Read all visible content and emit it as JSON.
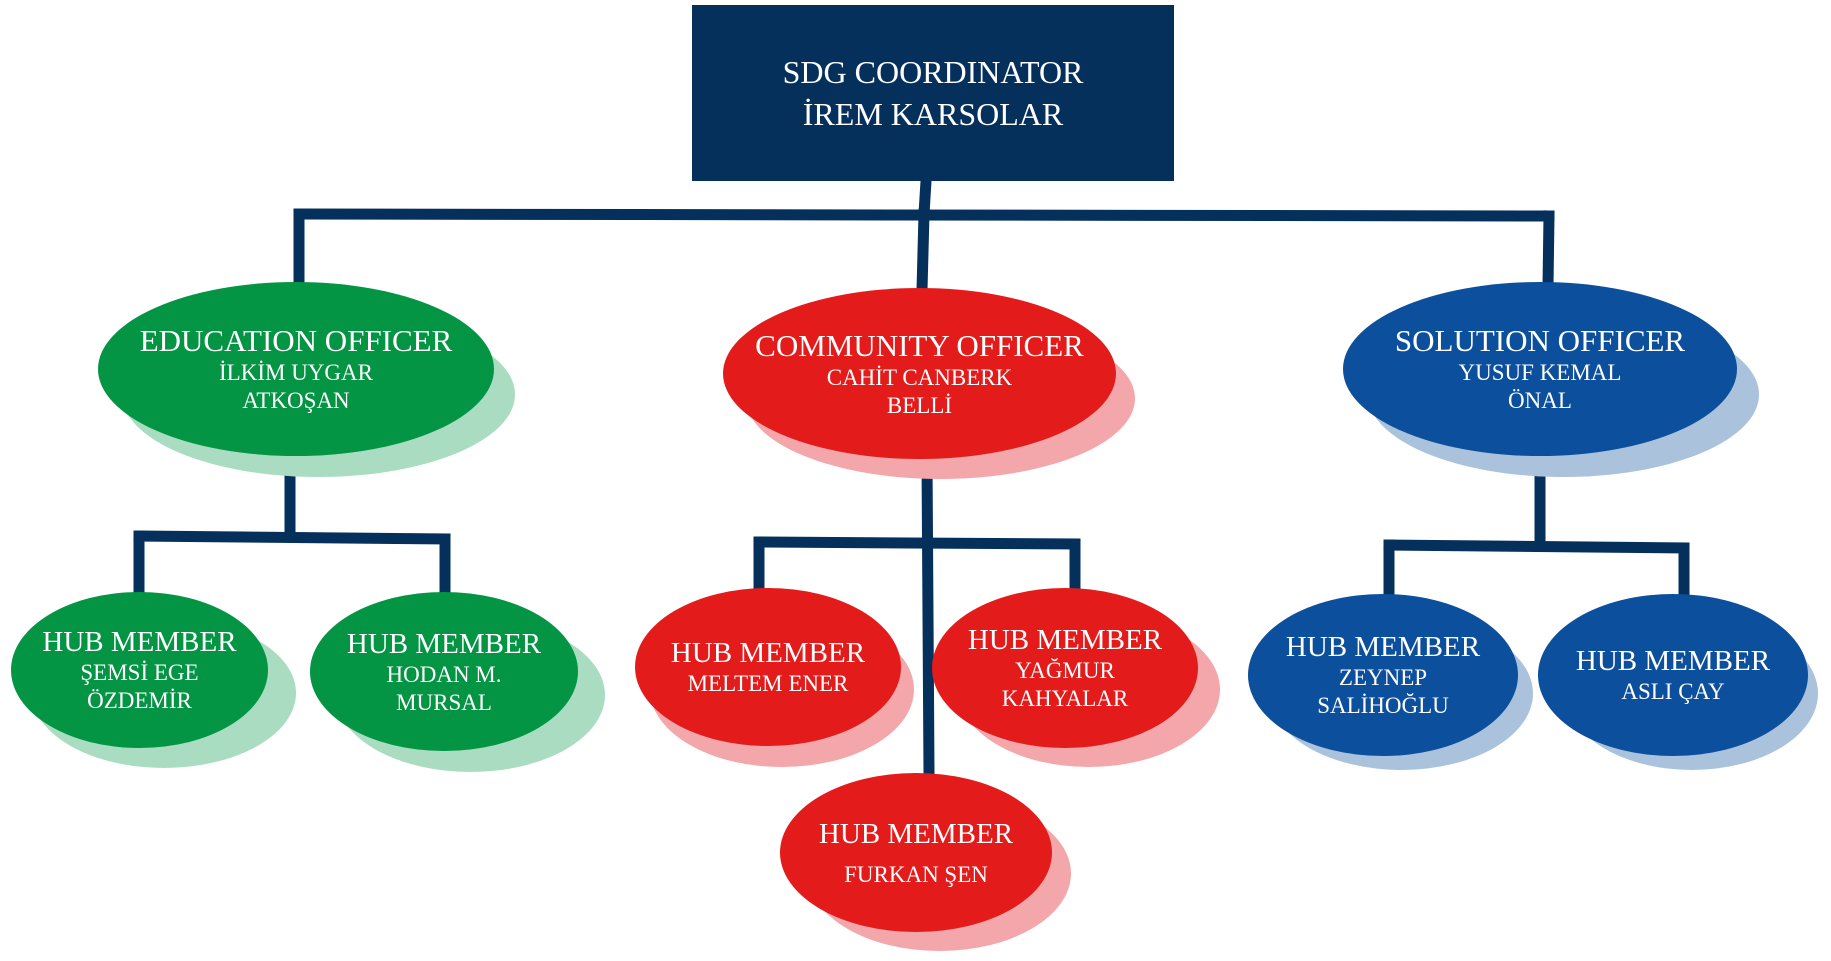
{
  "coordinator": {
    "role": "SDG COORDINATOR",
    "name": "İREM KARSOLAR"
  },
  "officers": {
    "education": {
      "role": "EDUCATION OFFICER",
      "name_line1": "İLKİM UYGAR",
      "name_line2": "ATKOŞAN",
      "color": "#049544"
    },
    "community": {
      "role": "COMMUNITY OFFICER",
      "name_line1": "CAHİT CANBERK",
      "name_line2": "BELLİ",
      "color": "#e31b1b"
    },
    "solution": {
      "role": "SOLUTION OFFICER",
      "name_line1": "YUSUF KEMAL",
      "name_line2": "ÖNAL",
      "color": "#0c4f9c"
    }
  },
  "hub_members": {
    "edu_1": {
      "role": "HUB MEMBER",
      "name_line1": "ŞEMSİ EGE",
      "name_line2": "ÖZDEMİR"
    },
    "edu_2": {
      "role": "HUB MEMBER",
      "name_line1": "HODAN M.",
      "name_line2": "MURSAL"
    },
    "com_1": {
      "role": "HUB MEMBER",
      "name_line1": "MELTEM ENER",
      "name_line2": ""
    },
    "com_2": {
      "role": "HUB MEMBER",
      "name_line1": "YAĞMUR",
      "name_line2": "KAHYALAR"
    },
    "com_3": {
      "role": "HUB MEMBER",
      "name_line1": "FURKAN ŞEN",
      "name_line2": ""
    },
    "sol_1": {
      "role": "HUB MEMBER",
      "name_line1": "ZEYNEP",
      "name_line2": "SALİHOĞLU"
    },
    "sol_2": {
      "role": "HUB MEMBER",
      "name_line1": "ASLI ÇAY",
      "name_line2": ""
    }
  },
  "colors": {
    "connector": "#06305c",
    "coordinator_box": "#06305c"
  }
}
